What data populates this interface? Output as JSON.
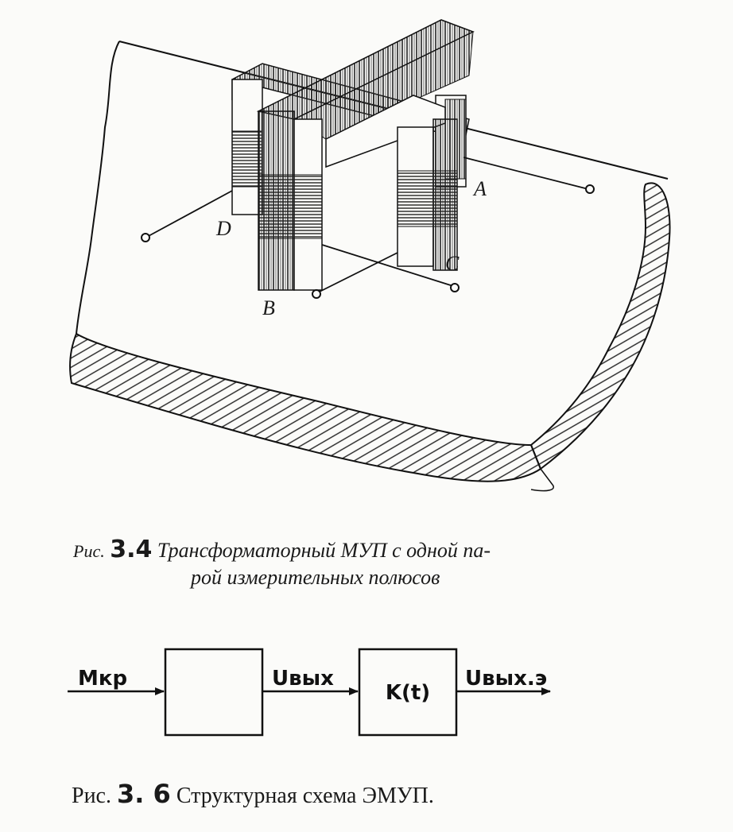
{
  "figure_top": {
    "pole_labels": {
      "a": "A",
      "b": "B",
      "c": "C",
      "d": "D"
    },
    "caption": {
      "prefix": "Рис.",
      "number": "3.4",
      "line1": "Трансформаторный МУП с одной па-",
      "line2": "рой измерительных полюсов"
    }
  },
  "figure_bottom": {
    "input_label": "Mкр",
    "block1_label": "",
    "middle_label": "Uвых",
    "block2_label": "K(t)",
    "output_label": "Uвых.э",
    "caption": {
      "prefix": "Рис.",
      "number": "3. 6",
      "text": "Структурная схема ЭМУП."
    }
  }
}
